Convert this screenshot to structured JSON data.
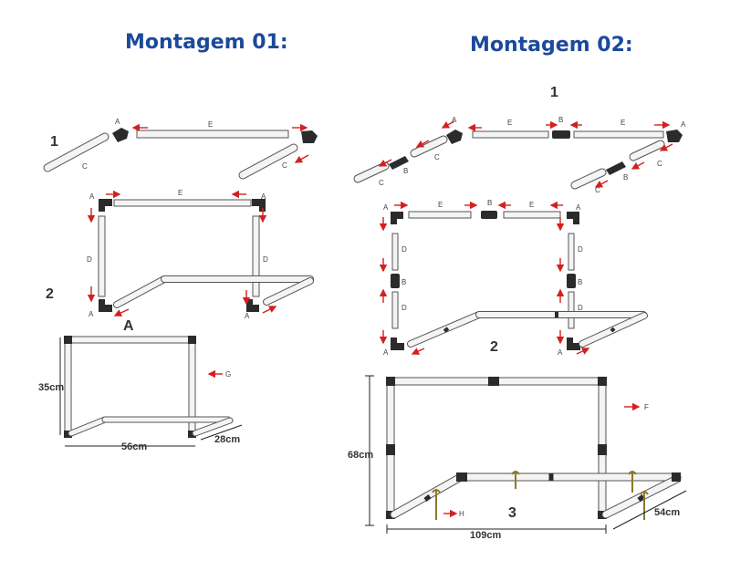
{
  "titles": {
    "left": "Montagem 01:",
    "right": "Montagem 02:"
  },
  "steps": {
    "left_1": "1",
    "left_2": "2",
    "left_a": "A",
    "right_1": "1",
    "right_2": "2",
    "right_3": "3"
  },
  "part_labels": {
    "a": "A",
    "b": "B",
    "c": "C",
    "d": "D",
    "e": "E",
    "f": "F",
    "g": "G",
    "h": "H"
  },
  "dimensions": {
    "left_height": "35cm",
    "left_width": "56cm",
    "left_depth": "28cm",
    "right_height": "68cm",
    "right_width": "109cm",
    "right_depth": "54cm"
  },
  "colors": {
    "title": "#1c4a9a",
    "arrow": "#d42020",
    "joint": "#2b2b2b",
    "pipe": "#f4f4f4"
  }
}
